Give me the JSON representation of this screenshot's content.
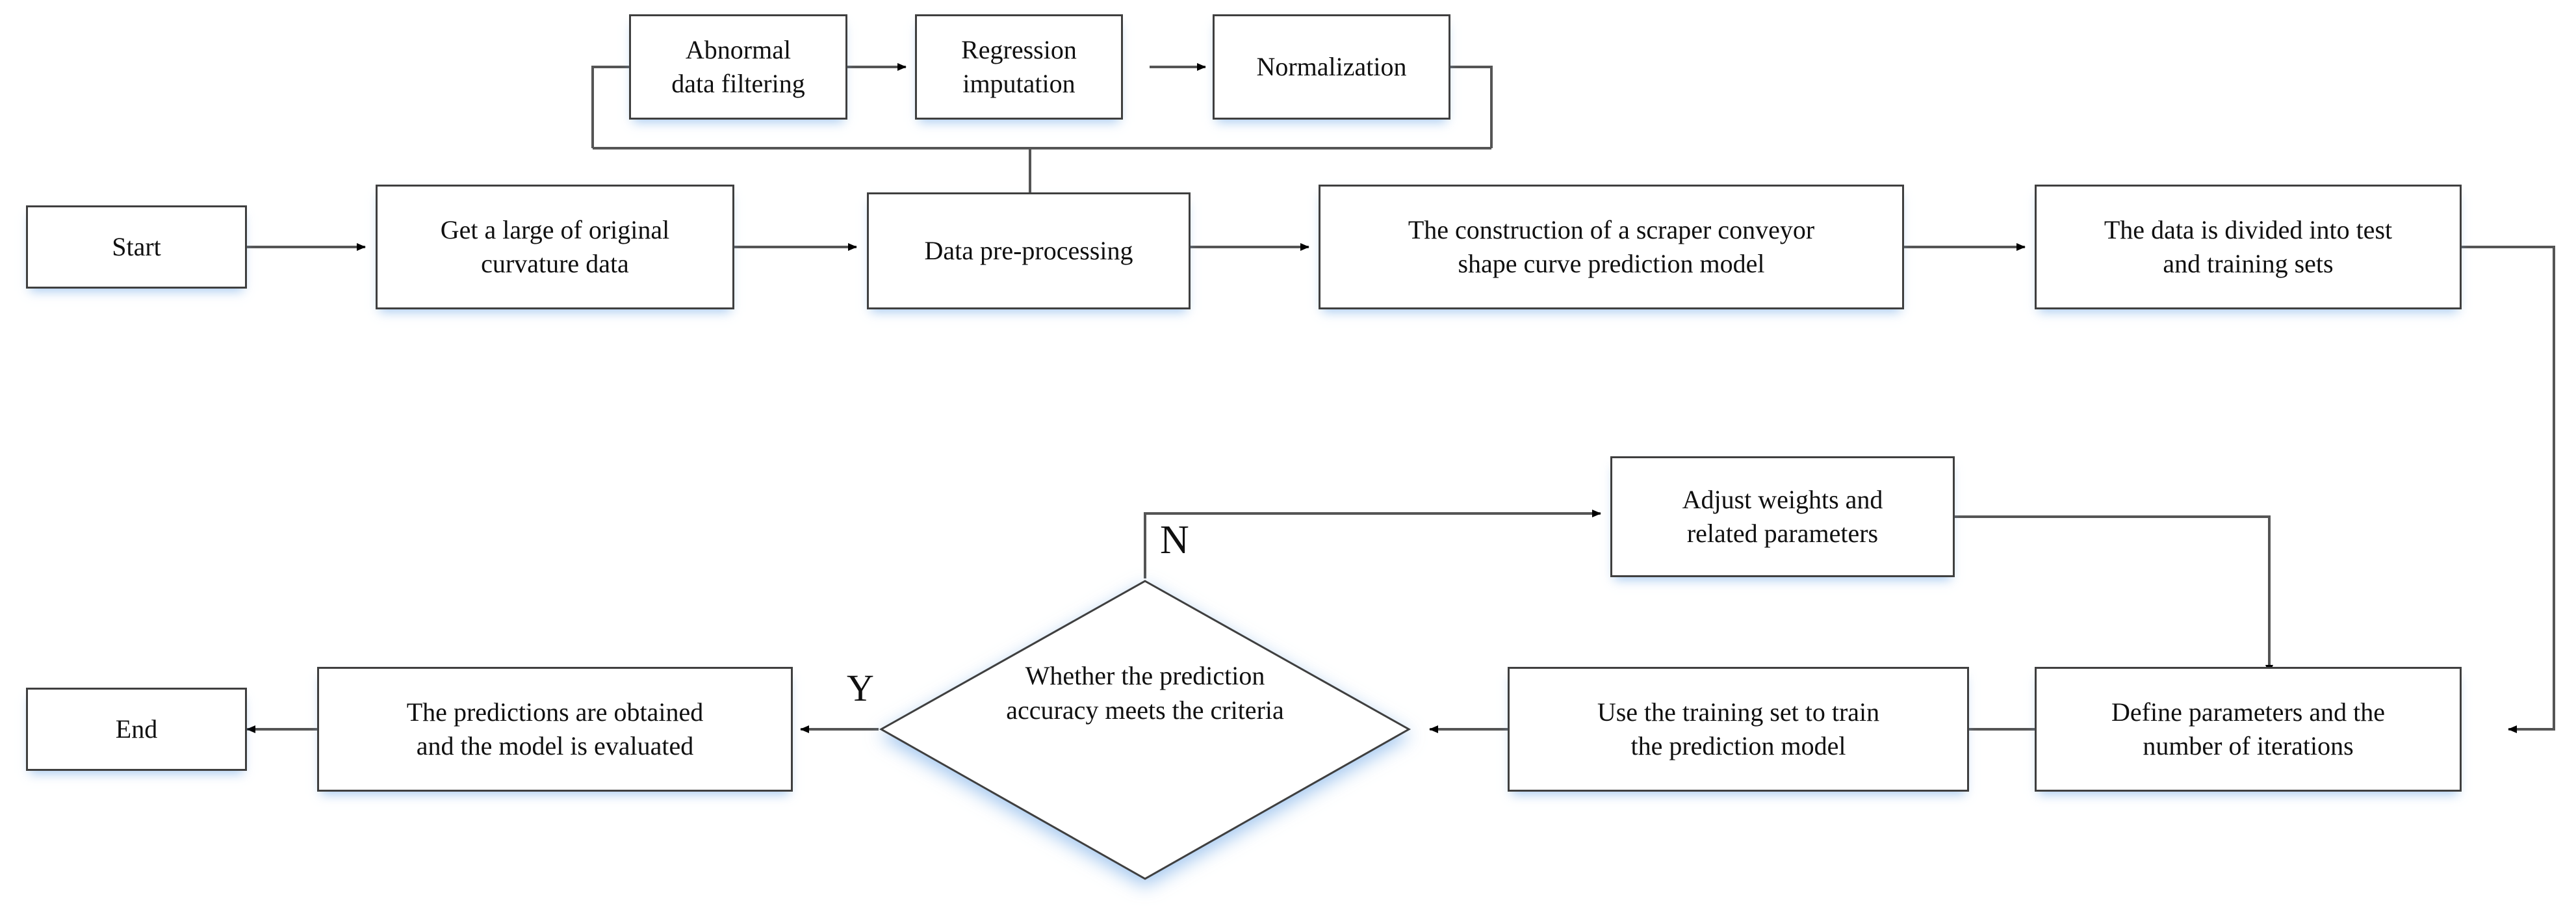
{
  "diagram": {
    "title": "Scraper conveyor shape curve prediction model flowchart",
    "type": "flowchart",
    "colors": {
      "box_border": "#3f3f3f",
      "box_fill": "#ffffff",
      "connector": "#555555",
      "text": "#101010",
      "shadow": "#8cb9eb"
    }
  },
  "nodes": {
    "start": {
      "label": "Start",
      "shape": "process"
    },
    "get_data": {
      "label": "Get a large of original\ncurvature data",
      "shape": "process"
    },
    "preprocess": {
      "label": "Data pre-processing",
      "shape": "process"
    },
    "construct_model": {
      "label": "The construction of a scraper conveyor\nshape curve prediction model",
      "shape": "process"
    },
    "split_data": {
      "label": "The data is divided into test\nand training sets",
      "shape": "process"
    },
    "abnormal_filter": {
      "label": "Abnormal\ndata filtering",
      "shape": "process"
    },
    "regression_imputation": {
      "label": "Regression\nimputation",
      "shape": "process"
    },
    "normalization": {
      "label": "Normalization",
      "shape": "process"
    },
    "define_params": {
      "label": "Define parameters and the\nnumber of iterations",
      "shape": "process"
    },
    "train_model": {
      "label": "Use the training set to train\nthe prediction model",
      "shape": "process"
    },
    "decision": {
      "label": "Whether the prediction\naccuracy meets the criteria",
      "shape": "decision"
    },
    "adjust_weights": {
      "label": "Adjust weights and\nrelated parameters",
      "shape": "process"
    },
    "predictions": {
      "label": "The predictions are obtained\nand the model is evaluated",
      "shape": "process"
    },
    "end": {
      "label": "End",
      "shape": "process"
    }
  },
  "edge_labels": {
    "no_branch": "N",
    "yes_branch": "Y"
  },
  "edges": [
    {
      "from": "start",
      "to": "get_data",
      "label": ""
    },
    {
      "from": "get_data",
      "to": "preprocess",
      "label": ""
    },
    {
      "from": "preprocess",
      "to": "construct_model",
      "label": ""
    },
    {
      "from": "construct_model",
      "to": "split_data",
      "label": ""
    },
    {
      "from": "preprocess",
      "to": "abnormal_filter",
      "label": ""
    },
    {
      "from": "abnormal_filter",
      "to": "regression_imputation",
      "label": ""
    },
    {
      "from": "regression_imputation",
      "to": "normalization",
      "label": ""
    },
    {
      "from": "split_data",
      "to": "define_params",
      "label": ""
    },
    {
      "from": "define_params",
      "to": "train_model",
      "label": ""
    },
    {
      "from": "train_model",
      "to": "decision",
      "label": ""
    },
    {
      "from": "decision",
      "to": "adjust_weights",
      "label": "N"
    },
    {
      "from": "adjust_weights",
      "to": "define_params",
      "label": ""
    },
    {
      "from": "decision",
      "to": "predictions",
      "label": "Y"
    },
    {
      "from": "predictions",
      "to": "end",
      "label": ""
    }
  ]
}
